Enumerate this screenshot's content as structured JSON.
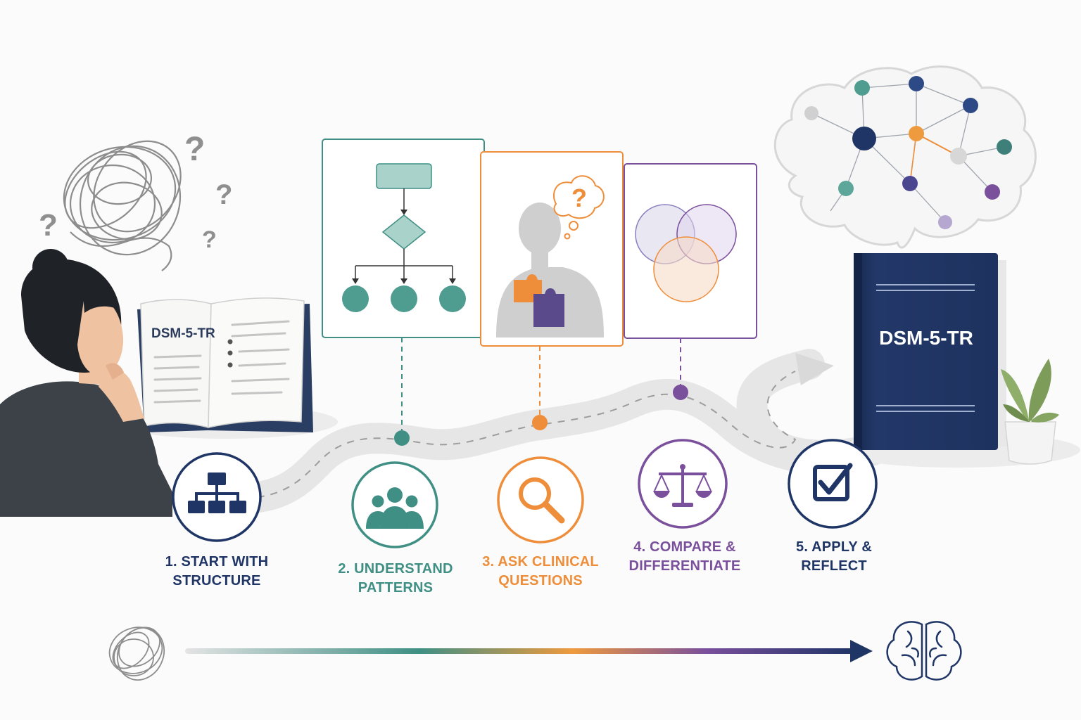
{
  "colors": {
    "navy": "#1f3566",
    "teal": "#3f8f84",
    "orange": "#ee8d3a",
    "purple": "#7a4f9c",
    "gray": "#9a9a9a"
  },
  "open_book": {
    "title": "DSM-5-TR"
  },
  "closed_book": {
    "title": "DSM-5-TR"
  },
  "steps": [
    {
      "line1": "1. START WITH",
      "line2": "STRUCTURE",
      "icon": "hierarchy-icon",
      "color": "#1f3566"
    },
    {
      "line1": "2. UNDERSTAND",
      "line2": "PATTERNS",
      "icon": "people-group-icon",
      "color": "#3f8f84"
    },
    {
      "line1": "3. ASK CLINICAL",
      "line2": "QUESTIONS",
      "icon": "magnifier-icon",
      "color": "#ee8d3a"
    },
    {
      "line1": "4. COMPARE &",
      "line2": "DIFFERENTIATE",
      "icon": "balance-scale-icon",
      "color": "#7a4f9c"
    },
    {
      "line1": "5. APPLY &",
      "line2": "REFLECT",
      "icon": "checkbox-icon",
      "color": "#1f3566"
    }
  ],
  "question_marks": [
    "?",
    "?",
    "?",
    "?"
  ],
  "thought_bubble_mark": "?"
}
